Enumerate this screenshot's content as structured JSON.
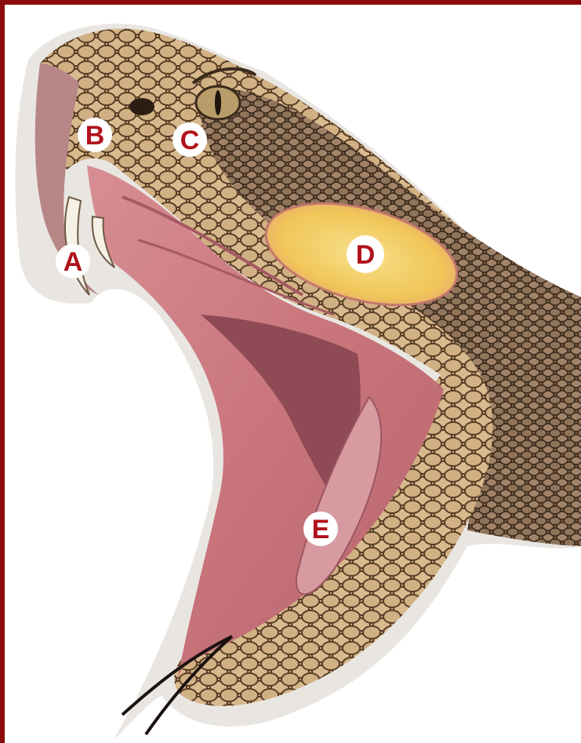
{
  "labels": {
    "A": "A",
    "B": "B",
    "C": "C",
    "D": "D",
    "E": "E"
  },
  "colors": {
    "frame": "#8b0a0a",
    "label_text": "#b0121b",
    "label_badge": "#ffffff",
    "scale_light": "#c9a878",
    "scale_dark": "#6b5035",
    "mouth": "#c97a82",
    "gland": "#f2cf63"
  }
}
